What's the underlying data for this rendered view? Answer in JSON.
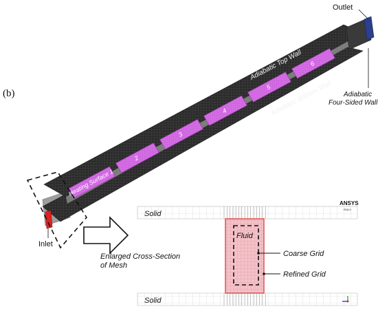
{
  "figure": {
    "panel_tag": "(b)",
    "labels": {
      "outlet": "Outlet",
      "inlet": "Inlet",
      "adiabatic_top_wall": "Adiabatic Top Wall",
      "adiabatic_bottom_wall": "Adiabatic Bottom Wall",
      "adiabatic_four_sided_line1": "Adiabatic",
      "adiabatic_four_sided_line2": "Four-Sided Wall",
      "enlarged_line1": "Enlarged Cross-Section",
      "enlarged_line2": "of Mesh"
    },
    "heating_segments": [
      "Heating Surface 1",
      "2",
      "3",
      "4",
      "5",
      "6"
    ],
    "mesh": {
      "solid_top": "Solid",
      "solid_bottom": "Solid",
      "fluid": "Fluid",
      "coarse_grid": "Coarse Grid",
      "refined_grid": "Refined Grid",
      "brand": "ANSYS",
      "brand_version": "R18.0"
    },
    "colors": {
      "channel_dark": "#2b2b2b",
      "heating_pink": "#d66ee6",
      "inlet_red": "#e02020",
      "outlet_blue": "#2c3f8c",
      "mesh_fluid_pink": "#f3c2c8",
      "mesh_outline_red": "#e05a5a"
    }
  }
}
